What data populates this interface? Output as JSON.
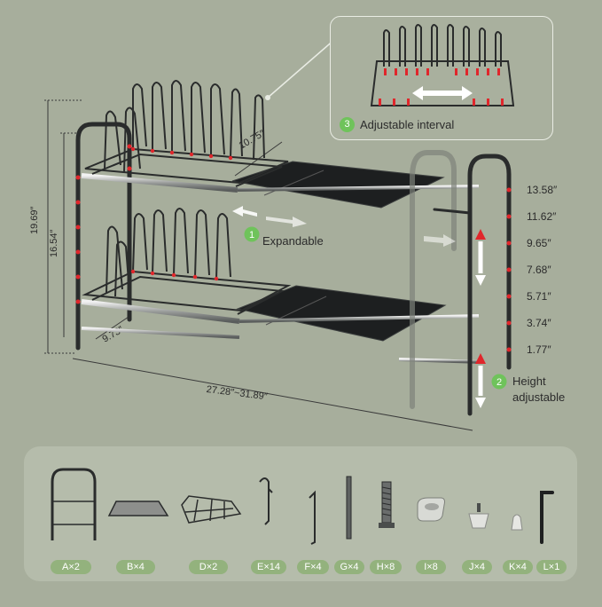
{
  "dimensions": {
    "depth_top": "10.75″",
    "height_total": "19.69″",
    "height_inner": "16.54″",
    "depth_bottom": "9.73″",
    "width_range": "27.28″~31.89″"
  },
  "height_scale": [
    "13.58″",
    "11.62″",
    "9.65″",
    "7.68″",
    "5.71″",
    "3.74″",
    "1.77″"
  ],
  "features": {
    "interval": {
      "number": "3",
      "label": "Adjustable  interval"
    },
    "expand": {
      "number": "1",
      "label": "Expandable"
    },
    "height": {
      "number": "2",
      "label_line1": "Height",
      "label_line2": "adjustable"
    }
  },
  "parts": [
    {
      "code": "A×2",
      "icon": "frame-icon"
    },
    {
      "code": "B×4",
      "icon": "mat-icon"
    },
    {
      "code": "D×2",
      "icon": "basket-icon"
    },
    {
      "code": "E×14",
      "icon": "hook-icon"
    },
    {
      "code": "F×4",
      "icon": "bracket-icon"
    },
    {
      "code": "G×4",
      "icon": "rod-icon"
    },
    {
      "code": "H×8",
      "icon": "screw-icon"
    },
    {
      "code": "I×8",
      "icon": "clip-icon"
    },
    {
      "code": "J×4",
      "icon": "foot-icon"
    },
    {
      "code": "K×4",
      "icon": "cap-icon"
    },
    {
      "code": "L×1",
      "icon": "wrench-icon"
    }
  ],
  "colors": {
    "background": "#a7ae9c",
    "accent_green": "#6fc35b",
    "marker_red": "#e0262b",
    "metal_dark": "#2a2c2c"
  }
}
